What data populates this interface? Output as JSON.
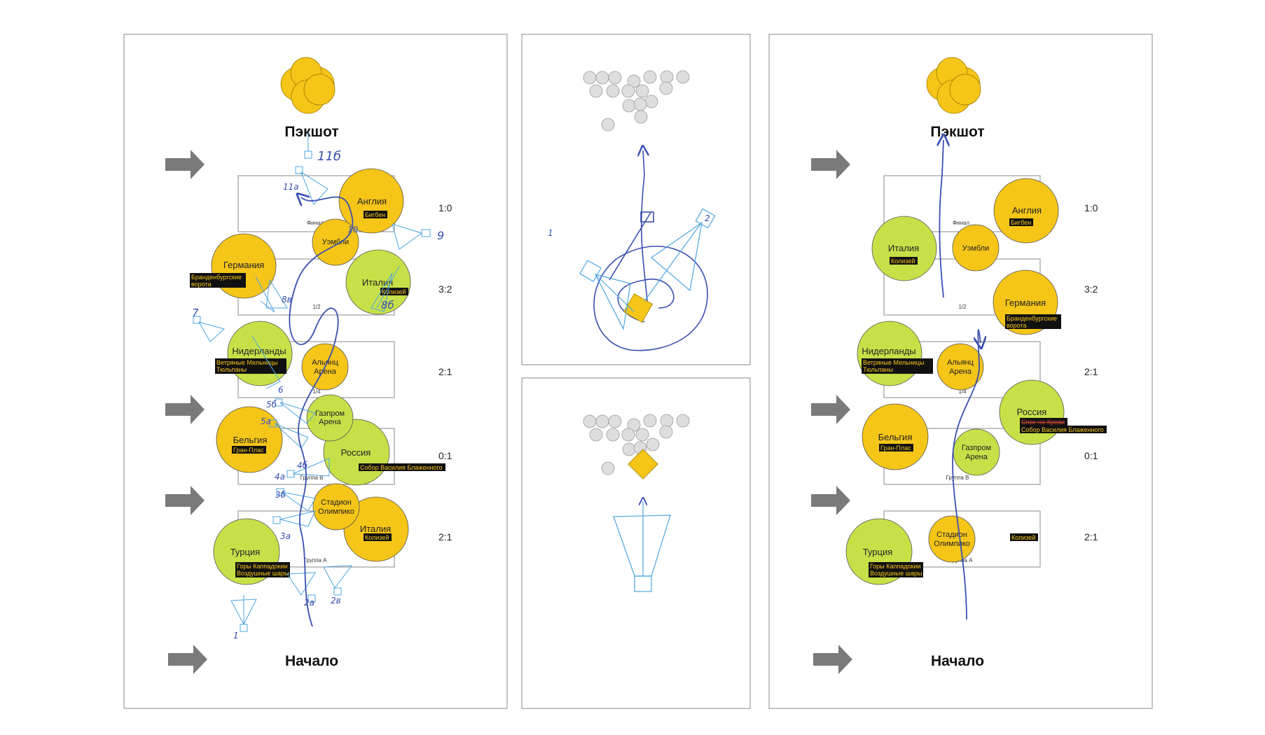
{
  "panels": {
    "left": {
      "title_top": "Пэкшот",
      "title_bottom": "Начало",
      "scores": [
        "1:0",
        "3:2",
        "2:1",
        "0:1",
        "2:1"
      ],
      "stages": [
        "Финал",
        "1/2",
        "1/4",
        "Группа B",
        "Группа A"
      ],
      "teams": {
        "england": "Англия",
        "germany": "Германия",
        "italy_semi": "Италия",
        "netherlands": "Нидерланды",
        "belgium": "Бельгия",
        "russia": "Россия",
        "turkey": "Турция",
        "italy_group": "Италия"
      },
      "venues": {
        "wembley": "Уэмбли",
        "allianz": [
          "Альянц",
          "Арена"
        ],
        "gazprom": [
          "Газпром",
          "Арена"
        ],
        "olimpico": [
          "Стадион",
          "Олимпико"
        ]
      },
      "tags": {
        "bigben": "Бигбен",
        "brandenburg": [
          "Бранденбургские",
          "ворота"
        ],
        "colosseum_semi": "Колизей",
        "windmills": [
          "Ветряные Мельницы",
          "Тюльпаны"
        ],
        "grandplace": "Гран-Плас",
        "basil": "Собор Василия Блаженного",
        "cappadocia": [
          "Горы Каппадокии",
          "Воздушные шары"
        ],
        "colosseum_group": "Колизей"
      },
      "handwritten": [
        "11б",
        "11а",
        "10",
        "9",
        "8в",
        "8б",
        "7",
        "6",
        "5б",
        "5а",
        "4б",
        "4а",
        "3б",
        "3а",
        "2а",
        "2в",
        "1"
      ]
    },
    "middle_top": {
      "handwritten": [
        "1",
        "2"
      ]
    },
    "right": {
      "title_top": "Пэкшот",
      "title_bottom": "Начало",
      "scores": [
        "1:0",
        "3:2",
        "2:1",
        "0:1",
        "2:1"
      ],
      "stages": [
        "Финал",
        "1/2",
        "1/4",
        "Группа B",
        "Группа A"
      ],
      "teams": {
        "england": "Англия",
        "italy_semi": "Италия",
        "germany": "Германия",
        "netherlands": "Нидерланды",
        "russia": "Россия",
        "belgium": "Бельгия",
        "turkey": "Турция"
      },
      "venues": {
        "wembley": "Уэмбли",
        "allianz": [
          "Альянц",
          "Арена"
        ],
        "gazprom": [
          "Газпром",
          "Арена"
        ],
        "olimpico": [
          "Стадион",
          "Олимпико"
        ]
      },
      "tags": {
        "bigben": "Бигбен",
        "colosseum_semi": "Колизей",
        "brandenburg": [
          "Бранденбургские",
          "ворота"
        ],
        "windmills": [
          "Ветряные Мельницы",
          "Тюльпаны"
        ],
        "kremlin_struck": "Спас-на-Крови",
        "basil": "Собор Василия Блаженного",
        "grandplace": "Гран-Плас",
        "cappadocia": [
          "Горы Каппадокии",
          "Воздушные шары"
        ],
        "colosseum_group": "Колизей"
      }
    }
  },
  "colors": {
    "orange": "#f5c518",
    "green": "#c8e048",
    "gray_arrow": "#7a7a7a",
    "blue_pen": "#3a4fb0",
    "cyan_pen": "#4da6e0"
  }
}
